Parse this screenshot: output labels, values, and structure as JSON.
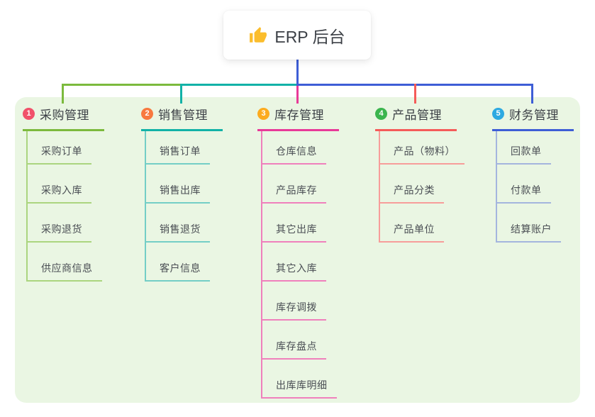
{
  "root": {
    "label": "ERP 后台",
    "icon": "thumbs-up-icon",
    "icon_color": "#fbbd2c"
  },
  "canvas": {
    "panel_bg": "#eaf6e3",
    "card_bg": "#ffffff",
    "root_connector_color": "#3e5ed6"
  },
  "branches": [
    {
      "num": "1",
      "label": "采购管理",
      "color": "#7cba3d",
      "light": "#abd57f",
      "badge": "#f1516a",
      "children": [
        "采购订单",
        "采购入库",
        "采购退货",
        "供应商信息"
      ]
    },
    {
      "num": "2",
      "label": "销售管理",
      "color": "#12b2a7",
      "light": "#74cec6",
      "badge": "#f8793f",
      "children": [
        "销售订单",
        "销售出库",
        "销售退货",
        "客户信息"
      ]
    },
    {
      "num": "3",
      "label": "库存管理",
      "color": "#e83a98",
      "light": "#ef80bc",
      "badge": "#fcab1f",
      "children": [
        "仓库信息",
        "产品库存",
        "其它出库",
        "其它入库",
        "库存调拨",
        "库存盘点",
        "出库库明细"
      ]
    },
    {
      "num": "4",
      "label": "产品管理",
      "color": "#f55b59",
      "light": "#f79d9a",
      "badge": "#3bb54e",
      "children": [
        "产品（物料）",
        "产品分类",
        "产品单位"
      ]
    },
    {
      "num": "5",
      "label": "财务管理",
      "color": "#3e5ed6",
      "light": "#a4b5de",
      "badge": "#2da9e1",
      "children": [
        "回款单",
        "付款单",
        "结算账户"
      ]
    }
  ]
}
